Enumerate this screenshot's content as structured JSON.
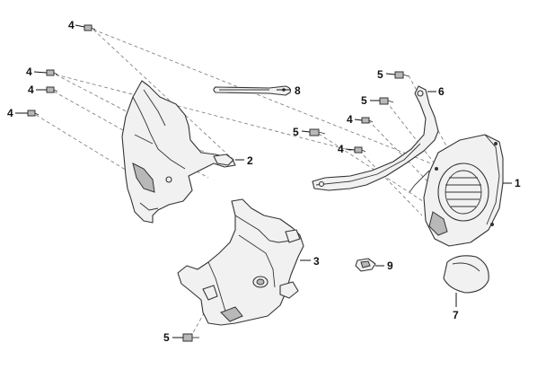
{
  "callouts": {
    "c1": "1",
    "c2": "2",
    "c3": "3",
    "c4a": "4",
    "c4b": "4",
    "c4c": "4",
    "c4d": "4",
    "c4e": "4",
    "c4f": "4",
    "c5a": "5",
    "c5b": "5",
    "c5c": "5",
    "c5d": "5",
    "c6": "6",
    "c7": "7",
    "c8": "8",
    "c9": "9"
  }
}
